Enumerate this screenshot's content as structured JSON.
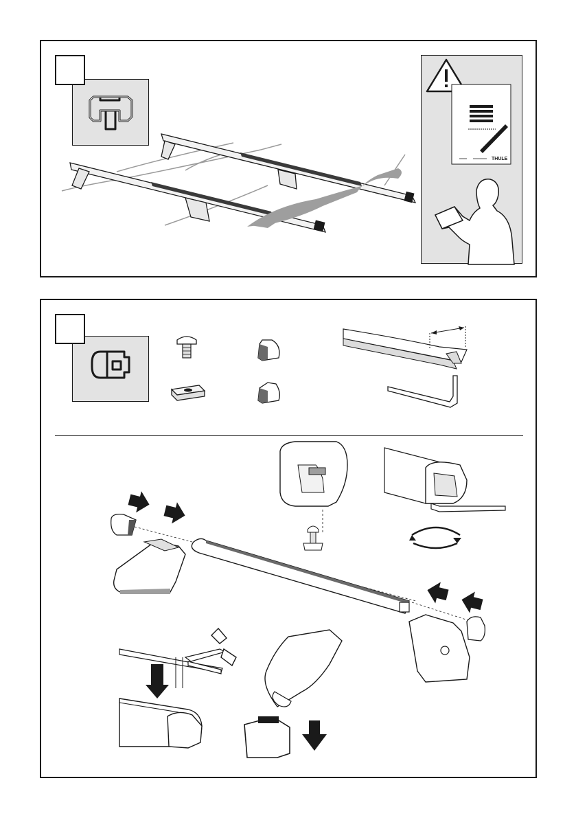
{
  "brand_mark": "THULE",
  "panels": [
    {
      "name": "panel-step-1",
      "step_number": ""
    },
    {
      "name": "panel-step-2",
      "step_number": ""
    }
  ]
}
